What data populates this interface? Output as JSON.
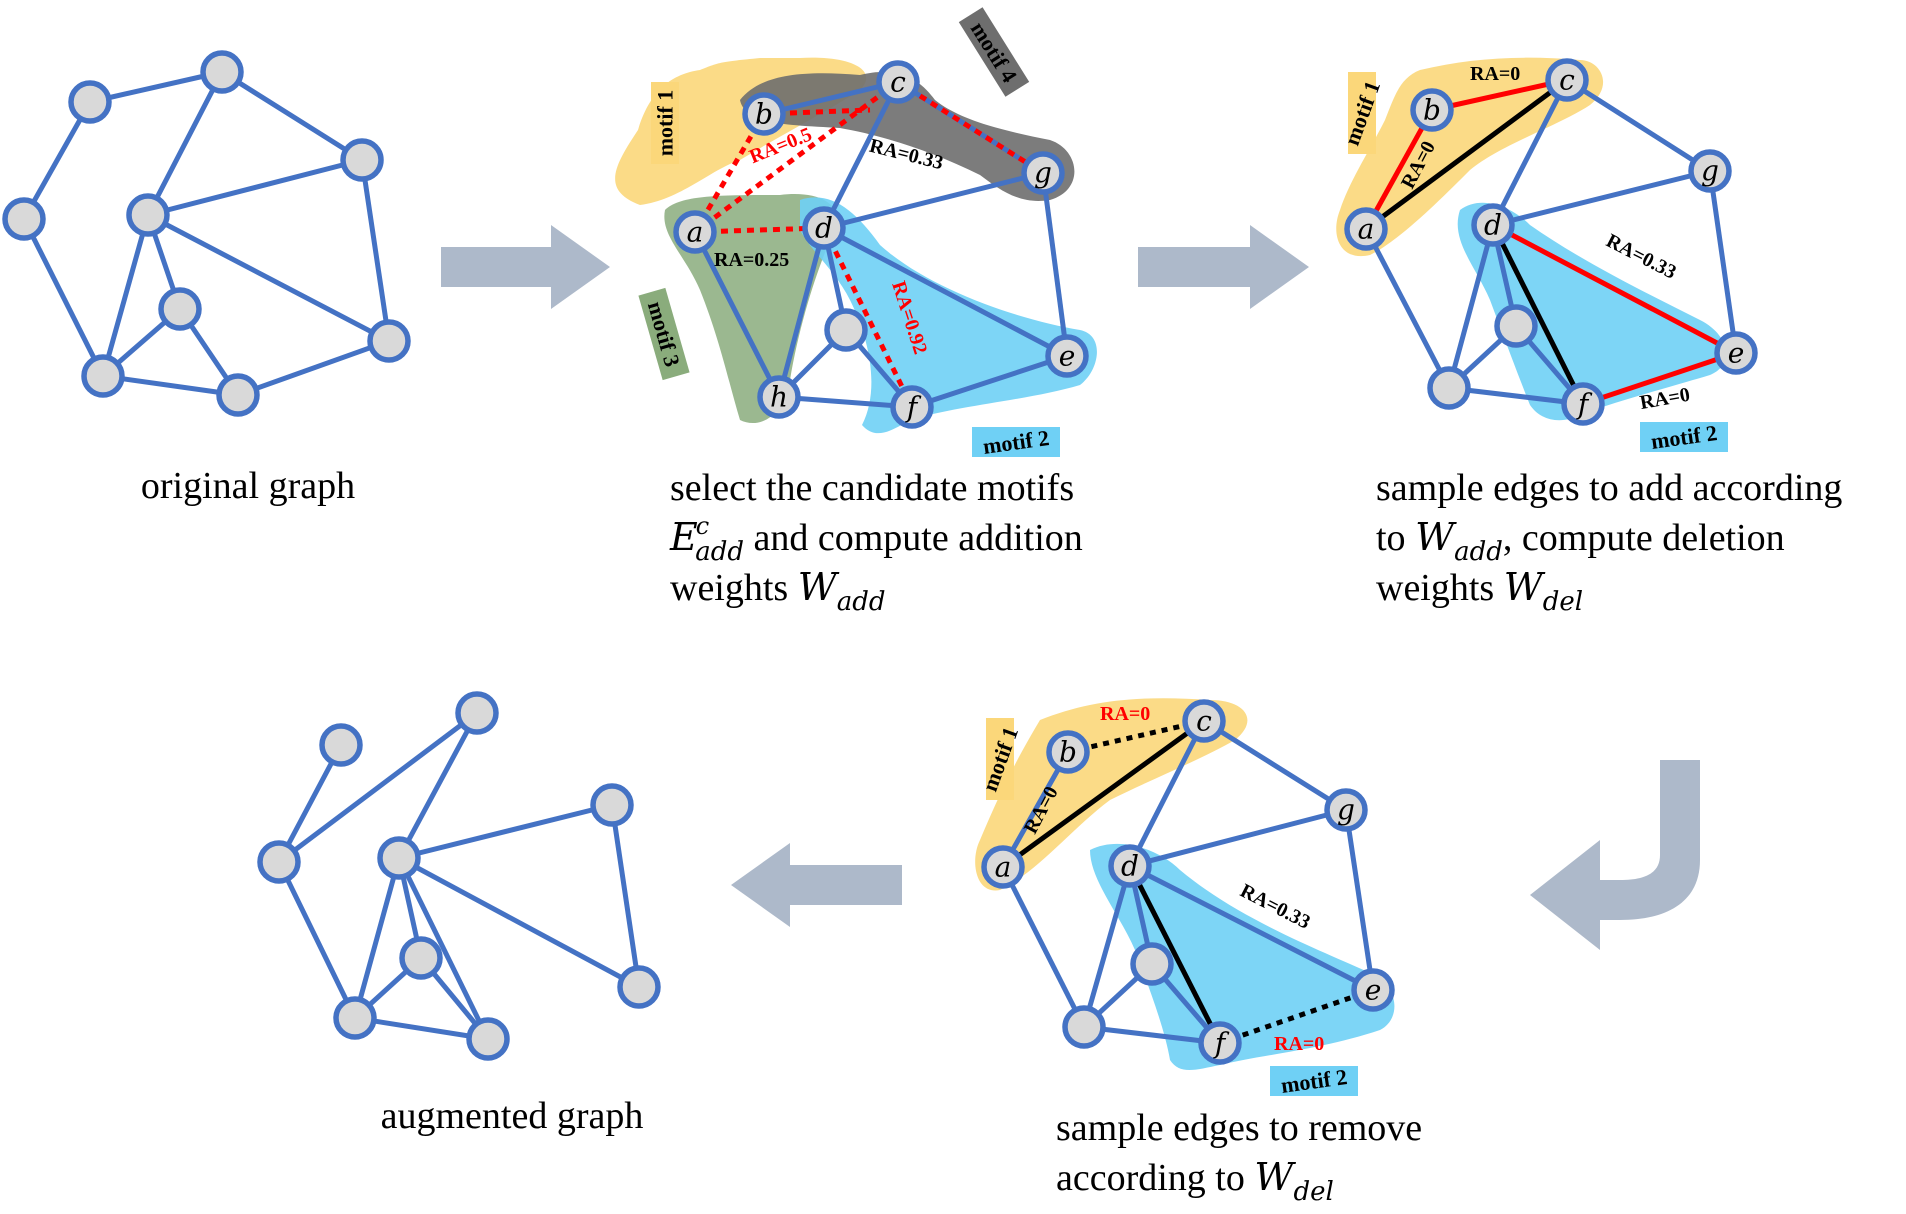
{
  "node_labels": {
    "a": "a",
    "b": "b",
    "c": "c",
    "d": "d",
    "e": "e",
    "f": "f",
    "g": "g",
    "h": "h"
  },
  "motifs": {
    "motif1": "motif 1",
    "motif2": "motif 2",
    "motif3": "motif 3",
    "motif4": "motif 4"
  },
  "ra_labels": {
    "p2_bc": "RA=0.5",
    "p2_cg": "RA=0.33",
    "p2_ad": "RA=0.25",
    "p2_df": "RA=0.92",
    "p3_bc": "RA=0",
    "p3_ab": "RA=0",
    "p3_de": "RA=0.33",
    "p3_fe": "RA=0",
    "p4_bc": "RA=0",
    "p4_ab": "RA=0",
    "p4_de": "RA=0.33",
    "p4_fe": "RA=0"
  },
  "captions": {
    "original": "original graph",
    "select_line1": "select the candidate motifs",
    "select_line2_E": "E",
    "select_line2_sup": "c",
    "select_line2_sub": "add",
    "select_line2_rest": " and compute addition",
    "select_line3_text": "weights ",
    "select_line3_W": "W",
    "select_line3_sub": "add",
    "sample_add_line1": "sample edges to add according",
    "sample_add_line2_pre": "to ",
    "sample_add_line2_W": "W",
    "sample_add_line2_sub": "add",
    "sample_add_line2_post": ", compute deletion",
    "sample_add_line3_text": "weights ",
    "sample_add_line3_W": "W",
    "sample_add_line3_sub": "del",
    "sample_remove_line1": "sample edges to remove",
    "sample_remove_line2_pre": "according to ",
    "sample_remove_line2_W": "W",
    "sample_remove_line2_sub": "del",
    "augmented": "augmented graph"
  },
  "colors": {
    "edge": "#4472c4",
    "node_fill": "#d9d9d9",
    "arrow": "#adb9ca",
    "motif_yellow": "#fbd77a",
    "motif_blue": "#6fd0f5",
    "motif_green": "#8aac7c",
    "motif_gray": "#6e6e6e",
    "red": "#ff0000"
  }
}
